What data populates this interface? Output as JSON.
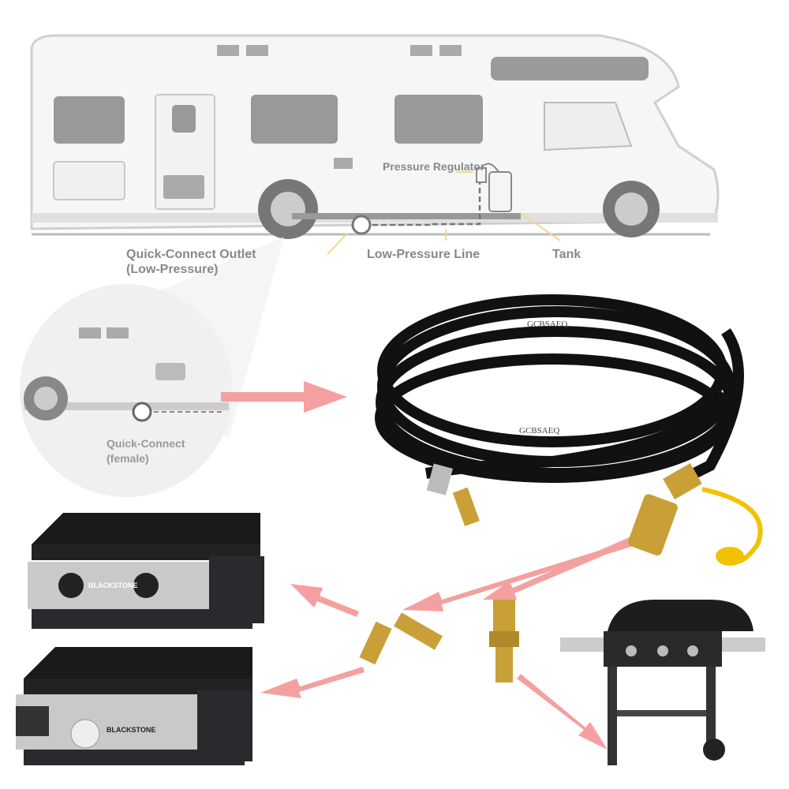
{
  "rv_diagram": {
    "labels": {
      "pressure_regulator": "Pressure Regulator",
      "quick_connect_outlet": "Quick-Connect Outlet",
      "quick_connect_outlet_sub": "(Low-Pressure)",
      "low_pressure_line": "Low-Pressure Line",
      "tank": "Tank"
    }
  },
  "zoom_inset": {
    "label": "Quick-Connect",
    "label_sub": "(female)"
  },
  "hose": {
    "watermark": "GCBSAEQ"
  },
  "griddles": {
    "brand": "BLACKSTONE"
  },
  "colors": {
    "arrow": "#f4a0a0",
    "callout": "#f5d98a",
    "brass": "#c9a038",
    "hose": "#111111",
    "rv_gray": "#b5b5b5",
    "cap_yellow": "#f2c200"
  }
}
